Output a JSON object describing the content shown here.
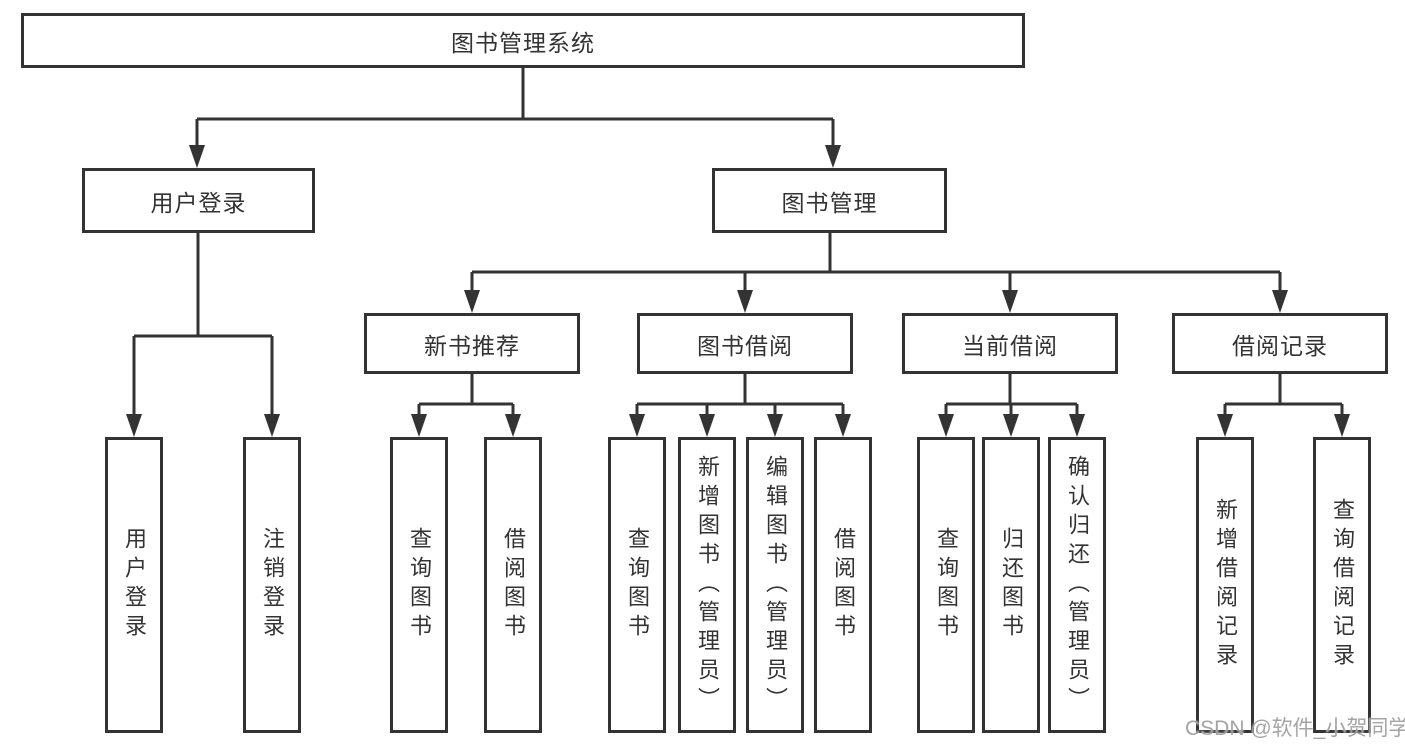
{
  "diagram": {
    "type": "hierarchy-tree",
    "colors": {
      "line": "#333333",
      "box_border": "#333333",
      "box_fill": "#ffffff",
      "background": "#ffffff",
      "watermark": "#9a9a9a"
    },
    "tree": {
      "root": {
        "label": "图书管理系统"
      },
      "branches": [
        {
          "label": "用户登录",
          "children": [
            {
              "label": "用户登录"
            },
            {
              "label": "注销登录"
            }
          ]
        },
        {
          "label": "图书管理",
          "children": [
            {
              "label": "新书推荐",
              "children": [
                {
                  "label": "查询图书"
                },
                {
                  "label": "借阅图书"
                }
              ]
            },
            {
              "label": "图书借阅",
              "children": [
                {
                  "label": "查询图书"
                },
                {
                  "label": "新增图书（管理员）"
                },
                {
                  "label": "编辑图书（管理员）"
                },
                {
                  "label": "借阅图书"
                }
              ]
            },
            {
              "label": "当前借阅",
              "children": [
                {
                  "label": "查询图书"
                },
                {
                  "label": "归还图书"
                },
                {
                  "label": "确认归还（管理员）"
                }
              ]
            },
            {
              "label": "借阅记录",
              "children": [
                {
                  "label": "新增借阅记录"
                },
                {
                  "label": "查询借阅记录"
                }
              ]
            }
          ]
        }
      ]
    },
    "watermark": {
      "text": "CSDN @软件_小贺同学"
    }
  }
}
